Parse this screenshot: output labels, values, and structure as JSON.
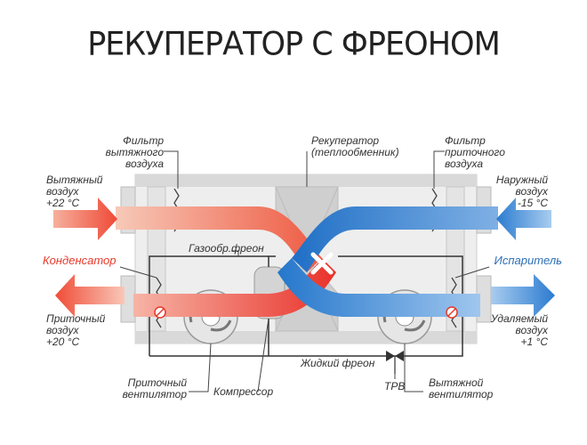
{
  "title": "РЕКУПЕРАТОР С ФРЕОНОМ",
  "labels": {
    "exhaust_filter": [
      "Фильтр",
      "вытяжного",
      "воздуха"
    ],
    "recuperator": [
      "Рекуператор",
      "(теплообменник)"
    ],
    "supply_filter": [
      "Фильтр",
      "приточного",
      "воздуха"
    ],
    "exhaust_air_in": [
      "Вытяжный",
      "воздух",
      "+22 °C"
    ],
    "outdoor_air": [
      "Наружный",
      "воздух",
      "-15 °C"
    ],
    "gas_freon": "Газообр.фреон",
    "condenser": "Конденсатор",
    "evaporator": "Испаритель",
    "supply_air_out": [
      "Приточный",
      "воздух",
      "+20 °C"
    ],
    "removed_air": [
      "Удаляемый",
      "воздух",
      "+1 °C"
    ],
    "liquid_freon": "Жидкий фреон",
    "supply_fan": [
      "Приточный",
      "вентилятор"
    ],
    "compressor": "Компрессор",
    "trv": "ТРВ",
    "exhaust_fan": [
      "Вытяжной",
      "вентилятор"
    ]
  },
  "colors": {
    "hot_air": "#e8382a",
    "cold_air": "#2f7fd0",
    "frame": "#c9c9c9",
    "line": "#333333"
  }
}
